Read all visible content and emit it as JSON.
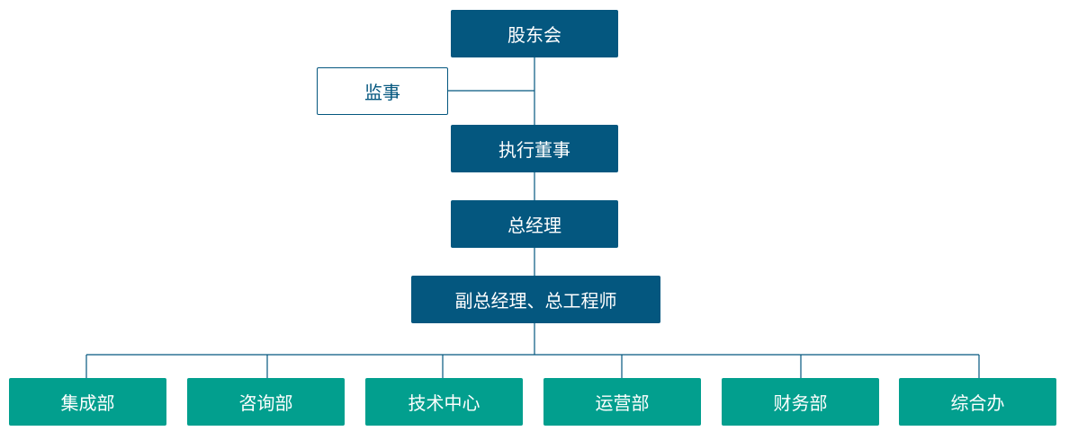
{
  "colors": {
    "primary": "#04577f",
    "department": "#029f8e",
    "connector": "#04577f",
    "background": "#ffffff"
  },
  "chart": {
    "shareholders": "股东会",
    "supervisor": "监事",
    "executive_director": "执行董事",
    "general_manager": "总经理",
    "deputy_gm": "副总经理、总工程师",
    "departments": [
      "集成部",
      "咨询部",
      "技术中心",
      "运营部",
      "财务部",
      "综合办"
    ]
  }
}
